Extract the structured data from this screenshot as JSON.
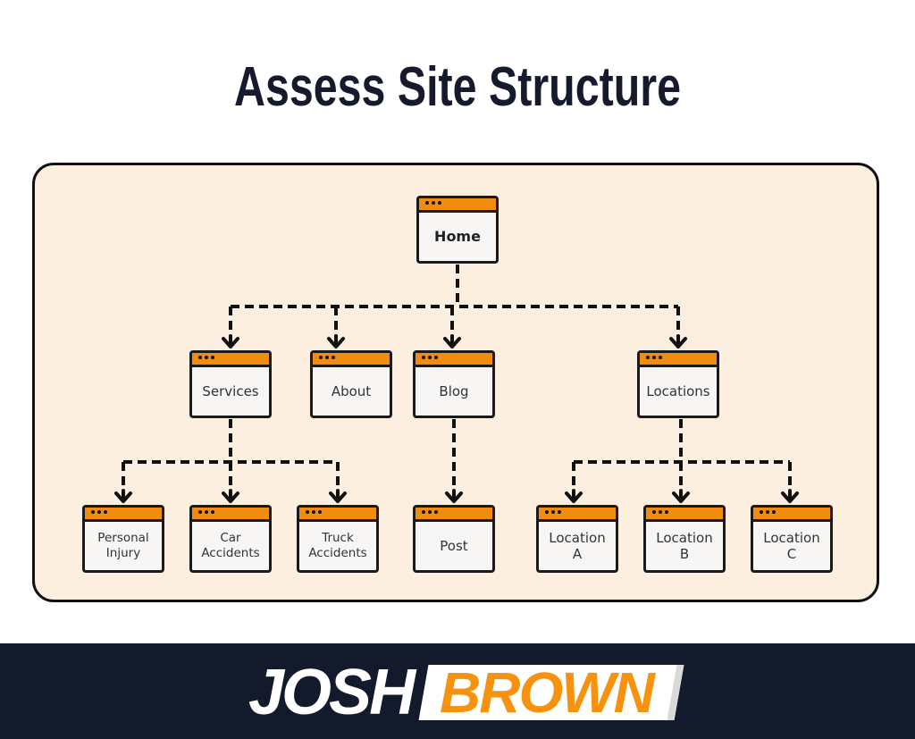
{
  "title": "Assess Site Structure",
  "colors": {
    "panel_bg": "#fdefe0",
    "node_header": "#f28c0f",
    "outline": "#1a1a1a",
    "title_text": "#151a2d",
    "footer_bg": "#121a2c",
    "logo_accent": "#f7920f"
  },
  "diagram": {
    "root": {
      "label": "Home"
    },
    "level2": [
      {
        "label": "Services"
      },
      {
        "label": "About"
      },
      {
        "label": "Blog"
      },
      {
        "label": "Locations"
      }
    ],
    "level3": [
      {
        "label": "Personal Injury",
        "parent": "Services"
      },
      {
        "label": "Car Accidents",
        "parent": "Services"
      },
      {
        "label": "Truck Accidents",
        "parent": "Services"
      },
      {
        "label": "Post",
        "parent": "Blog"
      },
      {
        "label": "Location A",
        "parent": "Locations"
      },
      {
        "label": "Location B",
        "parent": "Locations"
      },
      {
        "label": "Location C",
        "parent": "Locations"
      }
    ],
    "node_icon": "browser-window-icon",
    "connector_style": "dashed-arrow"
  },
  "footer": {
    "logo_part1": "JOSH",
    "logo_part2": "BROWN"
  }
}
